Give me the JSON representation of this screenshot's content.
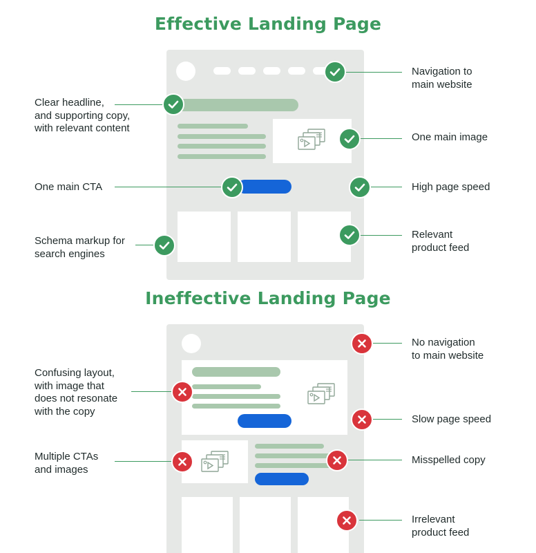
{
  "effective": {
    "title": "Effective Landing Page",
    "labels": {
      "navigation": "Navigation to\nmain website",
      "headline": "Clear headline,\nand supporting copy,\nwith relevant content",
      "image": "One main image",
      "cta": "One main CTA",
      "speed": "High page speed",
      "schema": "Schema markup for\nsearch engines",
      "feed": "Relevant\nproduct feed"
    }
  },
  "ineffective": {
    "title": "Ineffective Landing Page",
    "labels": {
      "navigation": "No navigation\nto main website",
      "layout": "Confusing layout,\nwith image that\ndoes not resonate\nwith the copy",
      "speed": "Slow page speed",
      "ctas": "Multiple CTAs\nand images",
      "misspelled": "Misspelled copy",
      "feed": "Irrelevant\nproduct feed"
    }
  },
  "colors": {
    "title": "#3c9a5f",
    "good": "#3c9a5f",
    "bad": "#d9343b",
    "cta": "#1565d8",
    "mockup": "#e6e8e6",
    "text_placeholder": "#a9c8ad"
  },
  "icons": {
    "good": "check-icon",
    "bad": "x-icon",
    "media": "media-gallery-icon"
  }
}
